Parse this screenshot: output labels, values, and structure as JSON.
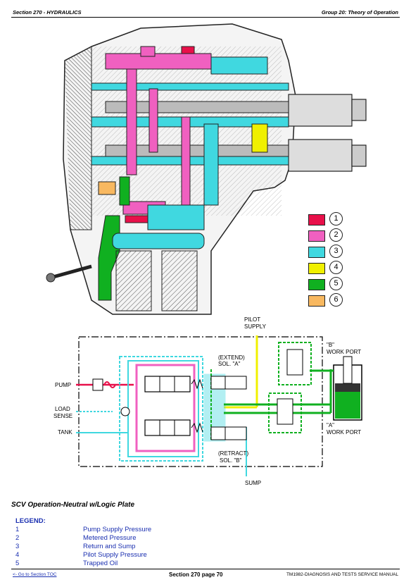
{
  "header": {
    "section": "Section 270 - HYDRAULICS",
    "group": "Group 20: Theory of Operation"
  },
  "key": [
    {
      "num": "1",
      "color": "#e8104a"
    },
    {
      "num": "2",
      "color": "#f060c0"
    },
    {
      "num": "3",
      "color": "#40d8e0"
    },
    {
      "num": "4",
      "color": "#f0f000"
    },
    {
      "num": "5",
      "color": "#10b020"
    },
    {
      "num": "6",
      "color": "#f8b860"
    }
  ],
  "schematic": {
    "pilot_supply_1": "PILOT",
    "pilot_supply_2": "SUPPLY",
    "extend_1": "(EXTEND)",
    "extend_2": "SOL. \"A\"",
    "retract_1": "(RETRACT)",
    "retract_2": "SOL. \"B\"",
    "pump": "PUMP",
    "load_sense_1": "LOAD",
    "load_sense_2": "SENSE",
    "tank": "TANK",
    "sump": "SUMP",
    "b_port_1": "\"B\"",
    "b_port_2": "WORK PORT",
    "a_port_1": "\"A\"",
    "a_port_2": "WORK PORT"
  },
  "caption": "SCV Operation-Neutral w/Logic Plate",
  "legend": {
    "title": "LEGEND:",
    "items": [
      {
        "num": "1",
        "label": "Pump Supply Pressure"
      },
      {
        "num": "2",
        "label": "Metered Pressure"
      },
      {
        "num": "3",
        "label": "Return and Sump"
      },
      {
        "num": "4",
        "label": "Pilot Supply Pressure"
      },
      {
        "num": "5",
        "label": "Trapped Oil"
      }
    ]
  },
  "footer": {
    "toc_link": "<- Go to Section TOC",
    "page": "Section 270 page 70",
    "manual": "TM1982-DIAGNOSIS AND TESTS SERVICE MANUAL"
  }
}
